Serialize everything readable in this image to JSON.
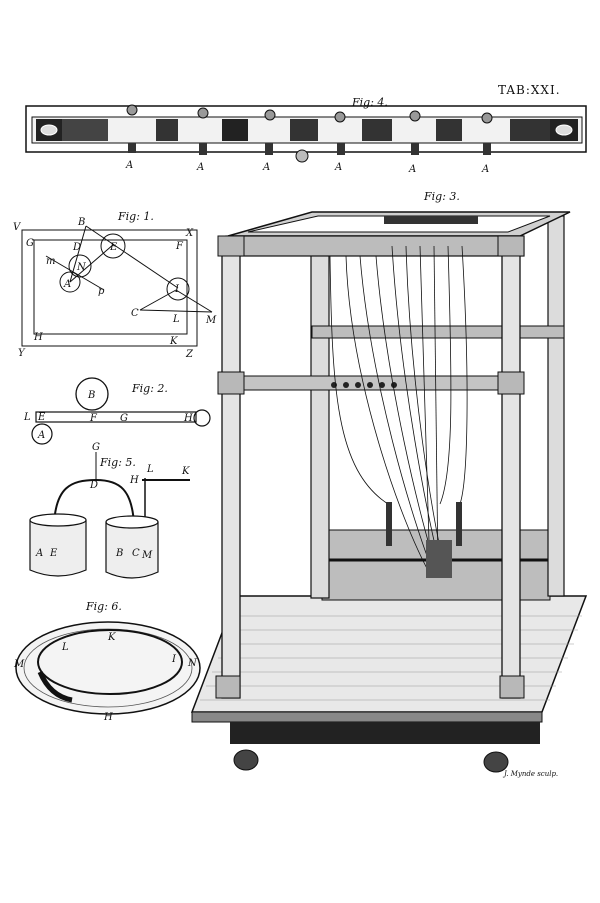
{
  "plate_title": "TAB:XXI.",
  "engraver_signature": "J. Mynde sculp.",
  "fig4": {
    "caption": "Fig: 4.",
    "pin_labels": [
      "A",
      "A",
      "A",
      "A",
      "A",
      "A"
    ]
  },
  "fig1": {
    "caption": "Fig: 1.",
    "labels": {
      "V": "V",
      "B": "B",
      "X": "X",
      "G": "G",
      "F": "F",
      "D": "D",
      "E": "E",
      "m": "m",
      "N": "N",
      "A": "A",
      "p": "p",
      "I": "I",
      "L": "L",
      "C": "C",
      "M": "M",
      "H": "H",
      "Y": "Y",
      "K": "K",
      "Z": "Z"
    }
  },
  "fig2": {
    "caption": "Fig: 2.",
    "labels": {
      "B": "B",
      "L": "L",
      "E": "E",
      "F": "F",
      "G": "G",
      "H": "H",
      "A": "A"
    }
  },
  "fig5": {
    "caption": "Fig: 5.",
    "labels": {
      "G": "G",
      "D": "D",
      "H": "H",
      "L": "L",
      "K": "K",
      "A": "A",
      "E": "E",
      "B": "B",
      "C": "C",
      "M": "M"
    }
  },
  "fig6": {
    "caption": "Fig: 6.",
    "labels": {
      "K": "K",
      "L": "L",
      "I": "I",
      "M": "M",
      "N": "N",
      "H": "H"
    }
  },
  "fig3": {
    "caption": "Fig: 3."
  }
}
